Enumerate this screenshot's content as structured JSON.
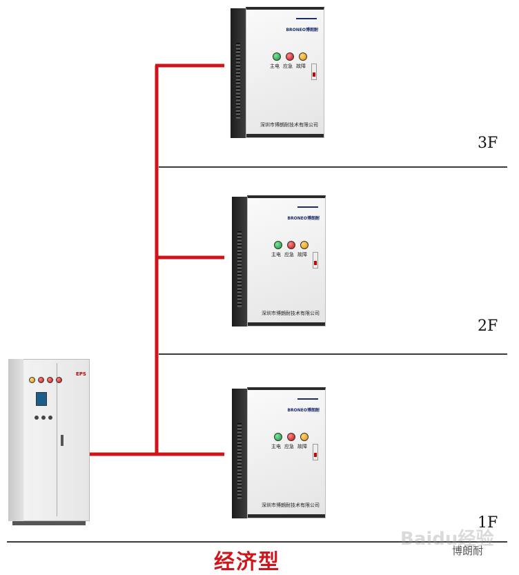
{
  "floors": [
    {
      "label": "3F",
      "box": {
        "brand": "BRONEO博朗耐",
        "lamps": [
          "主电",
          "应急",
          "故障"
        ],
        "company": "深圳市博朗耐技术有限公司"
      }
    },
    {
      "label": "2F",
      "box": {
        "brand": "BRONEO博朗耐",
        "lamps": [
          "主电",
          "应急",
          "故障"
        ],
        "company": "深圳市博朗耐技术有限公司"
      }
    },
    {
      "label": "1F",
      "box": {
        "brand": "BRONEO博朗耐",
        "lamps": [
          "主电",
          "应急",
          "故障"
        ],
        "company": "深圳市博朗耐技术有限公司"
      }
    }
  ],
  "cabinet": {
    "label": "EPS"
  },
  "caption": "经济型",
  "watermark": "博朗耐",
  "watermark_site": "Baidu经验",
  "colors": {
    "wire": "#d0141c",
    "caption": "#d0141c",
    "line": "#3a3a3a"
  }
}
